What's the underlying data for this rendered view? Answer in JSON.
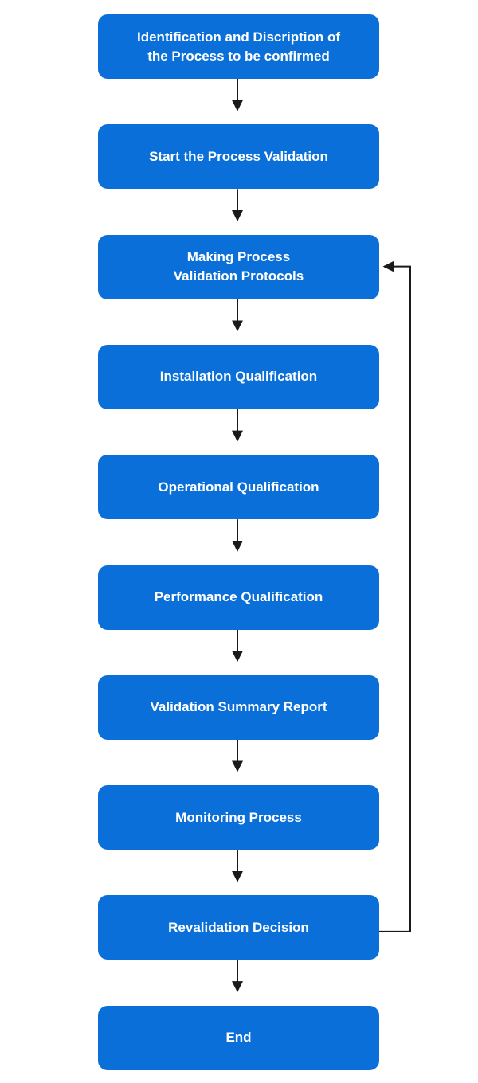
{
  "colors": {
    "box_fill": "#0a6fd8",
    "box_text": "#ffffff",
    "connector": "#1a1a1a",
    "background": "#ffffff"
  },
  "steps": [
    {
      "label": "Identification and Discription of\nthe Process to be confirmed"
    },
    {
      "label": "Start the Process Validation"
    },
    {
      "label": "Making Process\nValidation Protocols"
    },
    {
      "label": "Installation Qualification"
    },
    {
      "label": "Operational Qualification"
    },
    {
      "label": "Performance Qualification"
    },
    {
      "label": "Validation Summary Report"
    },
    {
      "label": "Monitoring Process"
    },
    {
      "label": "Revalidation Decision"
    },
    {
      "label": "End"
    }
  ],
  "feedback_loop": {
    "from_step": 9,
    "to_step": 3
  }
}
